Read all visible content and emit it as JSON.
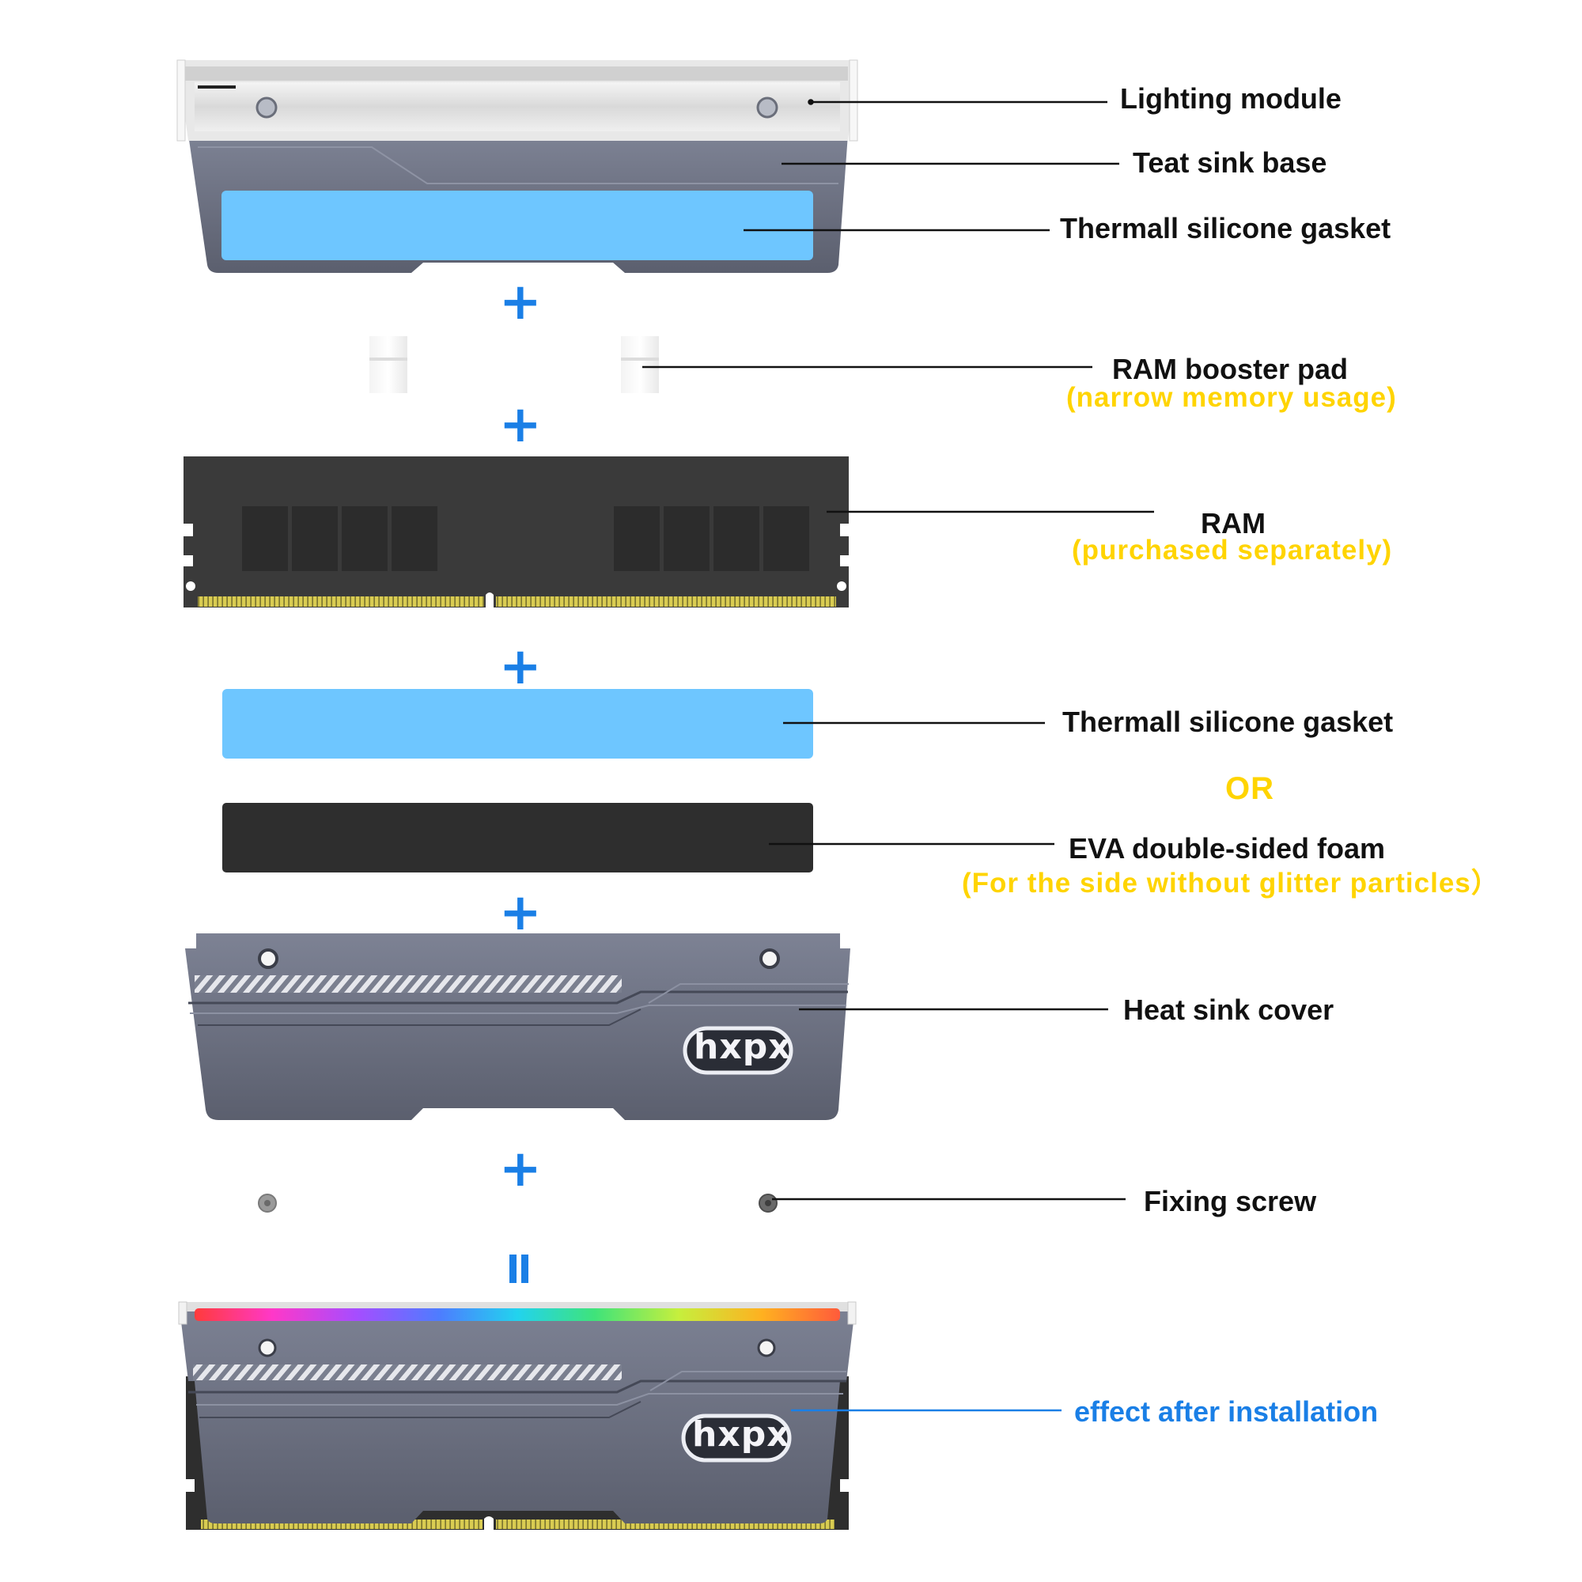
{
  "labels": {
    "lighting_module": "Lighting module",
    "heat_sink_base": "Teat sink base",
    "gasket_top": "Thermall silicone gasket",
    "booster_pad": "RAM booster pad",
    "booster_pad_note": "(narrow memory usage)",
    "ram": "RAM",
    "ram_note": "(purchased separately)",
    "gasket_bottom": "Thermall silicone gasket",
    "or": "OR",
    "eva_foam": "EVA double-sided foam",
    "eva_foam_note": "(For the side without glitter particles）",
    "heat_sink_cover": "Heat sink cover",
    "fixing_screw": "Fixing screw",
    "effect": "effect after installation"
  },
  "logo_text": "hxpx",
  "operators": {
    "plus": "+"
  },
  "colors": {
    "text": "#111111",
    "note_yellow": "#ffd400",
    "accent_blue": "#1a7fe6",
    "gasket_blue": "#6ec6ff",
    "heatsink_gray": "#6b7080",
    "ram_pcb": "#3a3a3a",
    "foam_black": "#2e2e2e"
  }
}
